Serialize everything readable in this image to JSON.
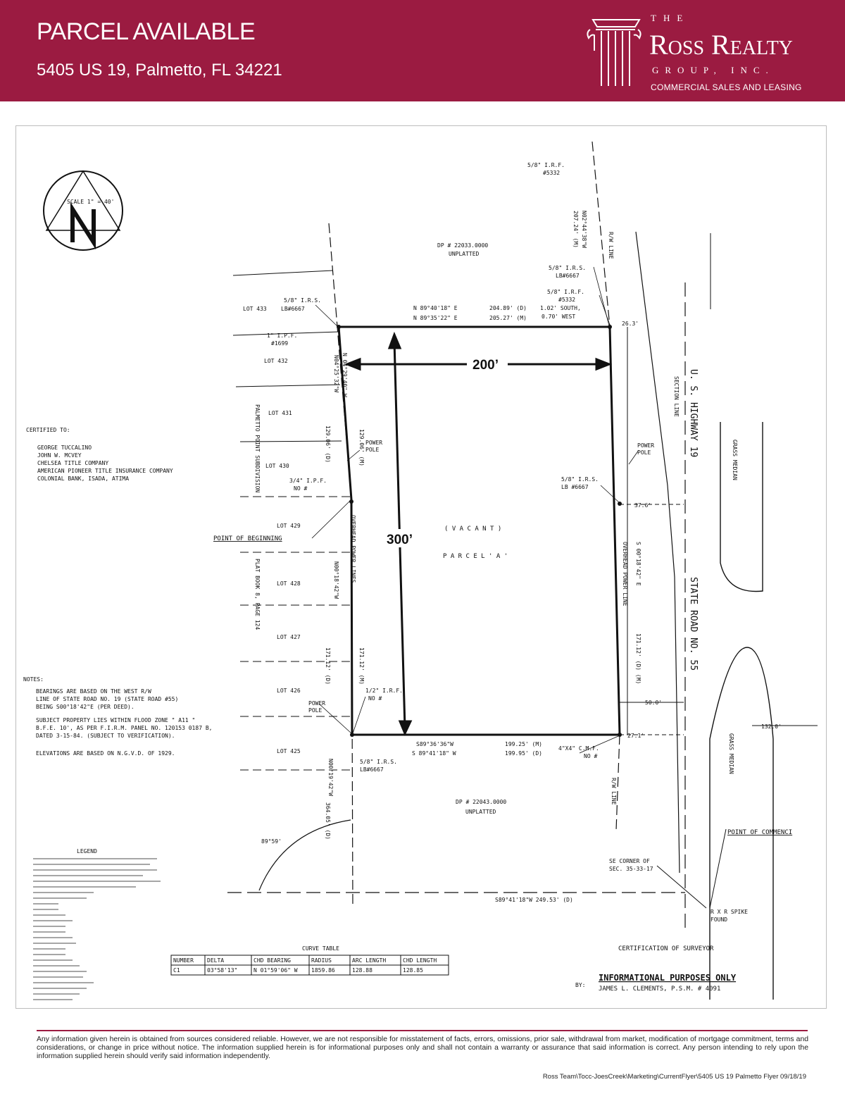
{
  "header": {
    "title": "PARCEL AVAILABLE",
    "address": "5405 US 19, Palmetto, FL 34221",
    "background_color": "#9b1b41"
  },
  "logo": {
    "the": "THE",
    "name": "Ross Realty",
    "group": "GROUP, INC.",
    "tagline": "COMMERCIAL SALES AND LEASING",
    "icon": "column-icon"
  },
  "survey": {
    "scale": "SCALE 1\" = 40'",
    "north": "N",
    "dim_width": "200’",
    "dim_height": "300’",
    "parcel_vacant": "( V A C A N T )",
    "parcel_name": "P A R C E L  ' A '",
    "dp_north": "DP # 22033.0000",
    "dp_south": "DP # 22043.0000",
    "unplatted": "UNPLATTED",
    "lots": [
      "LOT 433",
      "LOT 432",
      "LOT 431",
      "LOT 430",
      "LOT 429",
      "LOT 428",
      "LOT 427",
      "LOT 426",
      "LOT 425"
    ],
    "subdivision": "PALMETTO POINT SUBDIVISION",
    "plat_book": "PLAT BOOK 8, PAGE 124",
    "point_of_beginning": "POINT OF BEGINNING",
    "point_of_commencement": "POINT OF COMMENCI",
    "certified_to_title": "CERTIFIED TO:",
    "certified_to": [
      "GEORGE TUCCALINO",
      "JOHN W. MCVEY",
      "CHELSEA TITLE COMPANY",
      "AMERICAN PIONEER TITLE INSURANCE COMPANY",
      "COLONIAL BANK, ISADA, ATIMA"
    ],
    "notes_title": "NOTES:",
    "notes": [
      "BEARINGS ARE BASED ON THE WEST R/W",
      "LINE OF STATE ROAD NO. 19 (STATE ROAD #55)",
      "BEING S00°18'42\"E (PER DEED).",
      "SUBJECT PROPERTY LIES WITHIN FLOOD ZONE \" A11 \"",
      "B.F.E. 10', AS PER F.I.R.M. PANEL NO. 120153 0187 B,",
      "DATED 3-15-84. (SUBJECT TO VERIFICATION).",
      "ELEVATIONS ARE BASED ON N.G.V.D. OF 1929."
    ],
    "highway": "U. S. HIGHWAY 19",
    "state_road": "STATE ROAD NO. 55",
    "section_line": "SECTION LINE",
    "grass_median": "GRASS MEDIAN",
    "rw_line": "R/W LINE",
    "overhead_power": "OVERHEAD POWER LINES",
    "overhead_power_e": "OVERHEAD POWER LINE",
    "power_pole": [
      "POWER",
      "POLE"
    ],
    "bearings": {
      "north_1": "N 89°40'18\" E",
      "north_2": "N 89°35'22\" E",
      "north_d1": "204.89' (D)",
      "north_d2": "205.27' (M)",
      "south_1": "S89°36'36\"W",
      "south_2": "S 89°41'18\" W",
      "south_d1": "199.25' (M)",
      "south_d2": "199.95' (D)",
      "west_1": "N 04°29'40\" W",
      "west_2": "N04°25'32\"W",
      "west_3": "N00°18'42\"W",
      "west_d": "129.06' (D)",
      "west_m": "129.06' (M)",
      "west_171d": "171.12' (D)",
      "west_171m": "171.12' (M)",
      "east_1": "S 00°18'42\" E",
      "east_d": "171.12' (D) (M)",
      "bottom_line": "S89°41'18\"W  249.53' (D)",
      "sw_west": "N00°19'42\"W",
      "sw_d": "364.05' (D)"
    },
    "monuments": {
      "irs_nw": "5/8\" I.R.S.",
      "lb": "LB#6667",
      "ipf_1699_a": "1\" I.P.F.",
      "ipf_1699_b": "#1699",
      "ipf_34_a": "3/4\" I.P.F.",
      "ipf_34_b": "NO #",
      "irf_12_a": "1/2\" I.R.F.",
      "irf_12_b": "NO #",
      "irs_sw": "5/8\" I.R.S.",
      "irf_5332_a": "5/8\" I.R.F.",
      "irf_5332_b": "#5332",
      "irs_ne_a": "5/8\" I.R.S.",
      "irs_ne_b": "LB#6667",
      "irf_ne_a": "5/8\" I.R.F.",
      "irf_ne_b": "#5332",
      "irf_ne_c": "1.02' SOUTH,",
      "irf_ne_d": "0.70' WEST",
      "irs_e_a": "5/8\" I.R.S.",
      "irs_e_b": "LB #6667",
      "cmf_a": "4\"X4\" C.M.F.",
      "cmf_b": "NO #",
      "spike_a": "R X R SPIKE",
      "spike_b": "FOUND",
      "rw_top_a": "207.24' (M)",
      "rw_top_b": "N02°44'38\"W",
      "se_corner_a": "SE CORNER OF",
      "se_corner_b": "SEC. 35-33-17"
    },
    "offsets": {
      "o_26": "26.3'",
      "o_37": "37.6'",
      "o_50": "50.0'",
      "o_27": "27.1'",
      "o_132": "132.0'",
      "angle": "89°59'"
    },
    "legend_title": "LEGEND",
    "curve_table": {
      "title": "CURVE TABLE",
      "headers": [
        "NUMBER",
        "DELTA",
        "CHD BEARING",
        "RADIUS",
        "ARC LENGTH",
        "CHD LENGTH"
      ],
      "row": [
        "C1",
        "03°58'13\"",
        "N 01°59'06\" W",
        "1859.86",
        "128.88",
        "128.85"
      ]
    },
    "certification": "CERTIFICATION OF SURVEYOR",
    "by": "BY:",
    "info_only": "INFORMATIONAL PURPOSES ONLY",
    "surveyor": "JAMES L. CLEMENTS, P.S.M. # 4091"
  },
  "footer": {
    "disclaimer": "Any information given herein is obtained from sources considered reliable.  However, we are not responsible for misstatement of facts, errors, omissions, prior sale, withdrawal from market, modification of mortgage commitment, terms and considerations, or change in price without notice.  The information supplied herein is for informational purposes only and shall not contain a warranty or assurance that said information is correct.  Any person intending to rely upon the information supplied herein should verify said information independently.",
    "file_path": "Ross Team\\Tocc-JoesCreek\\Marketing\\CurrentFlyer\\5405 US 19 Palmetto Flyer 09/18/19"
  }
}
